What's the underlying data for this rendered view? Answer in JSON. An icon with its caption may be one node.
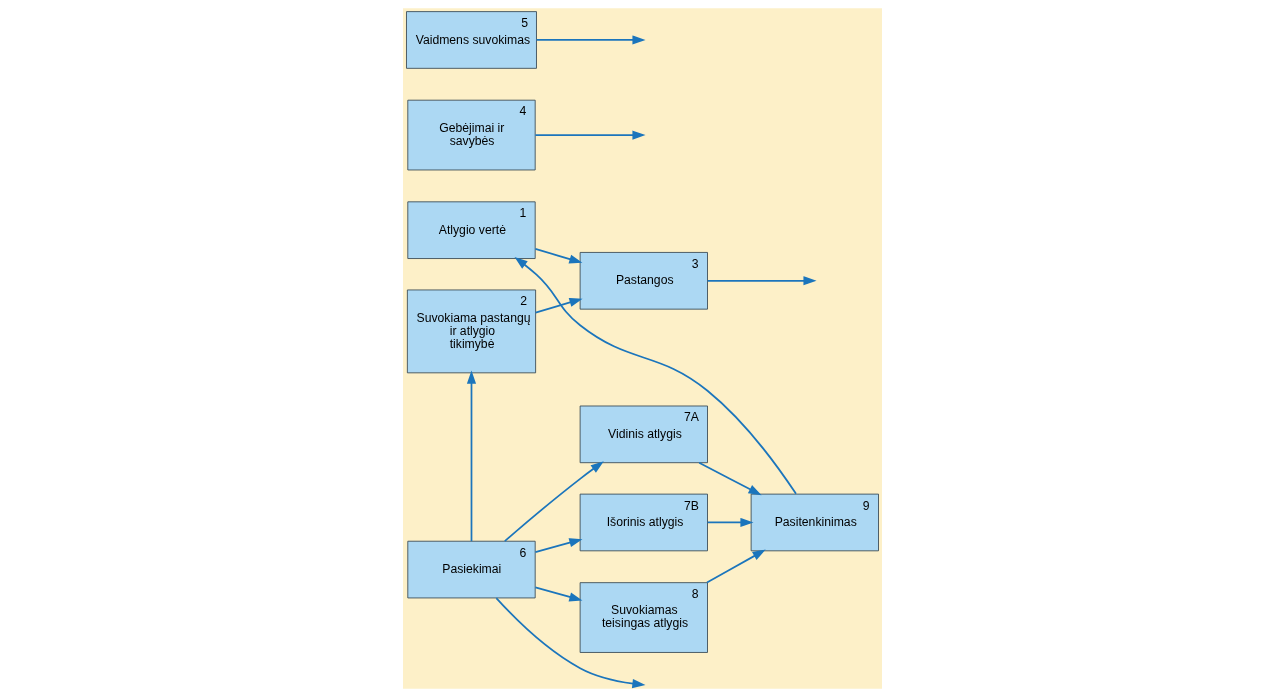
{
  "diagram": {
    "nodes": [
      {
        "text": [
          "1",
          "Atlygio vertė"
        ]
      },
      {
        "text": [
          "2",
          "Suvokiama pastangų ir atlygio tikimybė"
        ]
      },
      {
        "text": [
          "3",
          "Pastangos"
        ]
      },
      {
        "text": [
          "4",
          "Gebėjimai ir savybės"
        ]
      },
      {
        "text": [
          "5",
          "Vaidmens suvokimas"
        ]
      },
      {
        "text": [
          "6",
          "Pasiekimai"
        ]
      },
      {
        "text": [
          "7A",
          "Vidinis atlygis"
        ]
      },
      {
        "text": [
          "7B",
          "Išorinis atlygis"
        ]
      },
      {
        "text": [
          "8",
          "Suvokiamas teisingas atlygis"
        ]
      },
      {
        "text": [
          "9",
          "Pasitenkinimas"
        ]
      }
    ],
    "edges": [
      {
        "from": 0,
        "to": 2,
        "arrow": "to"
      },
      {
        "from": 1,
        "to": 2,
        "arrow": "to"
      },
      {
        "from": 2,
        "to": null,
        "arrow": "to"
      },
      {
        "from": 3,
        "to": null,
        "arrow": "to"
      },
      {
        "from": 4,
        "to": null,
        "arrow": "to"
      },
      {
        "from": 5,
        "to": null,
        "arrow": "to"
      },
      {
        "from": 5,
        "to": 8,
        "arrow": "to"
      },
      {
        "from": 5,
        "to": 6,
        "arrow": "to"
      },
      {
        "from": 5,
        "to": 7,
        "arrow": "to"
      },
      {
        "from": 5,
        "to": 1,
        "arrow": "to"
      },
      {
        "from": 6,
        "to": 9,
        "arrow": "to"
      },
      {
        "from": 7,
        "to": 9,
        "arrow": "to"
      },
      {
        "from": 8,
        "to": 9,
        "arrow": "to"
      },
      {
        "from": 9,
        "to": 0,
        "arrow": "to"
      }
    ]
  }
}
